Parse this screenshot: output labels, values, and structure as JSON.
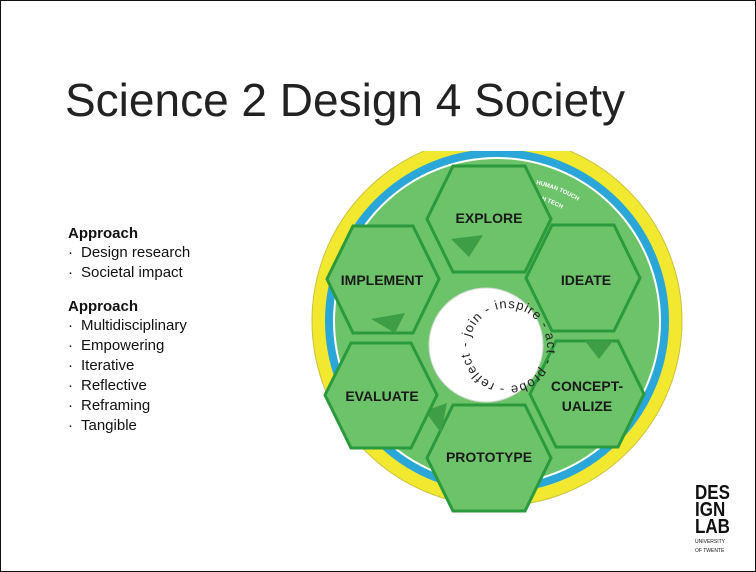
{
  "slide": {
    "title": "Science 2 Design 4 Society"
  },
  "sections": [
    {
      "heading": "Approach",
      "items": [
        "Design research",
        "Societal impact"
      ]
    },
    {
      "heading": "Approach",
      "items": [
        "Multidisciplinary",
        "Empowering",
        "Iterative",
        "Reflective",
        "Reframing",
        "Tangible"
      ]
    }
  ],
  "diagram": {
    "stages": [
      "EXPLORE",
      "IDEATE",
      "CONCEPT-",
      "UALIZE",
      "PROTOTYPE",
      "EVALUATE",
      "IMPLEMENT"
    ],
    "inner_ring_text": "- join - inspire - act - probe - reflect - reframe",
    "outer_arc_labels": [
      "HUMAN TOUCH",
      "HIGH TECH"
    ],
    "colors": {
      "hex_fill": "#6cc36a",
      "hex_stroke": "#2a9a3c",
      "outer_ring_yellow": "#f2e830",
      "outer_ring_blue": "#2aa7d8"
    }
  },
  "logo": {
    "line1": "DES",
    "line2": "IGN",
    "line3": "LAB",
    "sub1": "UNIVERSITY",
    "sub2": "OF TWENTE"
  }
}
